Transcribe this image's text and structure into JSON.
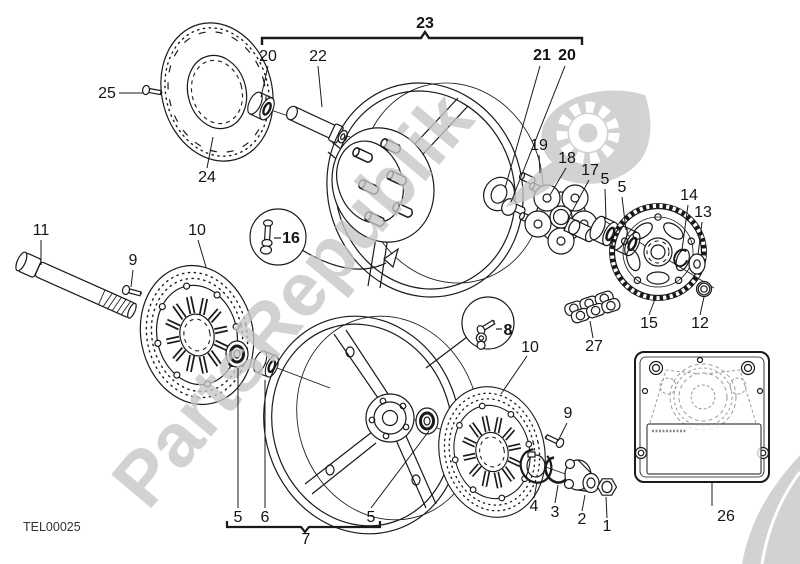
{
  "drawing_code": "TEL00025",
  "watermark": {
    "text": "PartsRepublik",
    "color": "#c6c6c6"
  },
  "part_labels": [
    {
      "text": "23",
      "bold": true
    },
    {
      "text": "20",
      "bold": false
    },
    {
      "text": "22",
      "bold": false
    },
    {
      "text": "21",
      "bold": true
    },
    {
      "text": "20",
      "bold": true
    },
    {
      "text": "25",
      "bold": false
    },
    {
      "text": "24",
      "bold": false
    },
    {
      "text": "19",
      "bold": false
    },
    {
      "text": "18",
      "bold": false
    },
    {
      "text": "17",
      "bold": false
    },
    {
      "text": "5",
      "bold": false
    },
    {
      "text": "5",
      "bold": false
    },
    {
      "text": "14",
      "bold": false
    },
    {
      "text": "13",
      "bold": false
    },
    {
      "text": "11",
      "bold": false
    },
    {
      "text": "9",
      "bold": false
    },
    {
      "text": "10",
      "bold": false
    },
    {
      "text": "16",
      "bold": true
    },
    {
      "text": "8",
      "bold": true
    },
    {
      "text": "10",
      "bold": false
    },
    {
      "text": "15",
      "bold": false
    },
    {
      "text": "12",
      "bold": false
    },
    {
      "text": "27",
      "bold": false
    },
    {
      "text": "26",
      "bold": false
    },
    {
      "text": "9",
      "bold": false
    },
    {
      "text": "4",
      "bold": false
    },
    {
      "text": "3",
      "bold": false
    },
    {
      "text": "2",
      "bold": false
    },
    {
      "text": "1",
      "bold": false
    },
    {
      "text": "5",
      "bold": false
    },
    {
      "text": "6",
      "bold": false
    },
    {
      "text": "5",
      "bold": false
    },
    {
      "text": "7",
      "bold": false
    }
  ]
}
